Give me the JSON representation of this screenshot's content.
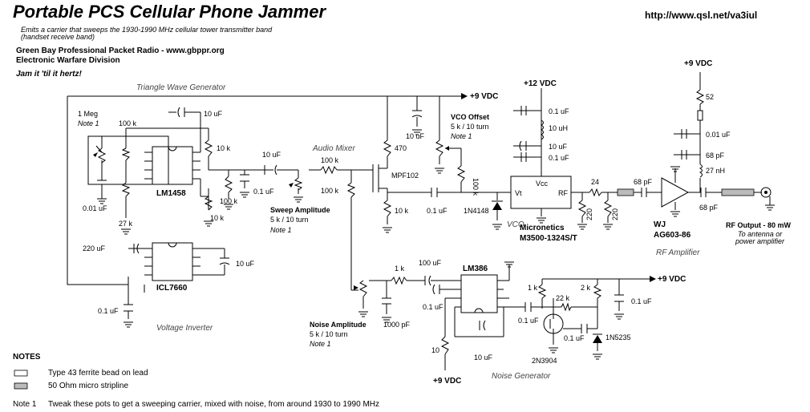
{
  "header": {
    "title": "Portable PCS Cellular Phone Jammer",
    "url": "http://www.qsl.net/va3iul",
    "description": "Emits a carrier that sweeps the 1930-1990 MHz cellular tower transmitter band (handset receive band)",
    "org_line1": "Green Bay Professional Packet Radio - www.gbppr.org",
    "org_line2": "Electronic Warfare Division",
    "tagline": "Jam it 'til it hertz!"
  },
  "sections": {
    "triangle": "Triangle Wave Generator",
    "mixer": "Audio Mixer",
    "vco": "VCO",
    "rf_amp": "RF Amplifier",
    "inverter": "Voltage Inverter",
    "noise": "Noise Generator"
  },
  "power": {
    "top_9v": "+9 VDC",
    "vco_12v": "+12 VDC",
    "amp_9v": "+9 VDC",
    "noise_9v": "+9 VDC",
    "bottom_9v": "+9 VDC"
  },
  "ics": {
    "lm1458": "LM1458",
    "icl7660": "ICL7660",
    "lm386": "LM386",
    "mpf102": "MPF102",
    "vco_name": "Micronetics",
    "vco_part": "M3500-1324S/T",
    "vco_vcc": "Vcc",
    "vco_vt": "Vt",
    "vco_rf": "RF",
    "amp_name": "WJ",
    "amp_part": "AG603-86",
    "q_2n3904": "2N3904",
    "d_1n4148": "1N4148",
    "d_1n5235": "1N5235"
  },
  "pots": {
    "one_meg": "1 Meg",
    "one_meg_note": "Note 1",
    "sweep_name": "Sweep Amplitude",
    "sweep_value": "5 k / 10 turn",
    "sweep_note": "Note 1",
    "vco_offset_name": "VCO Offset",
    "vco_offset_value": "5 k / 10 turn",
    "vco_offset_note": "Note 1",
    "noise_name": "Noise Amplitude",
    "noise_value": "5 k / 10 turn",
    "noise_note": "Note 1"
  },
  "labels": {
    "c_10uf_tri": "10 uF",
    "r_100k_tri": "100 k",
    "r_10k_tri_a": "10 k",
    "c_10uf_mix": "10 uF",
    "c_0_1uf_tri": "0.1 uF",
    "r_100k_tri_b": "100 k",
    "c_0_01uf_tri": "0.01 uF",
    "r_27k": "27 k",
    "r_10k_tri_b": "10 k",
    "c_220uf": "220 uF",
    "c_10uf_inv": "10 uF",
    "c_0_1uf_inv": "0.1 uF",
    "r_100k_mix_a": "100 k",
    "r_100k_mix_b": "100 k",
    "r_470": "470",
    "c_10uf_top": "10 uF",
    "r_10k_jfet": "10 k",
    "c_0_1uf_jfet": "0.1 uF",
    "r_100k_off": "100 k",
    "c_0_1uf_vco": "0.1 uF",
    "l_10uh": "10 uH",
    "c_10uf_vco": "10 uF",
    "c_0_1uf_vco_b": "0.1 uF",
    "r_24": "24",
    "r_220_a": "220",
    "r_220_b": "220",
    "c_68pf_a": "68 pF",
    "r_52": "52",
    "c_0_01uf_amp": "0.01 uF",
    "c_68pf_amp": "68 pF",
    "l_27nh": "27 nH",
    "c_68pf_out": "68 pF",
    "rf_output": "RF Output - 80 mW",
    "rf_output_to1": "To antenna or",
    "rf_output_to2": "power amplifier",
    "r_1k_noise": "1 k",
    "c_100uf": "100 uF",
    "c_1000pf": "1000 pF",
    "c_0_1uf_n1": "0.1 uF",
    "r_10_noise": "10",
    "c_10uf_noise": "10 uF",
    "c_0_1uf_n2": "0.1 uF",
    "r_1k_b": "1 k",
    "r_22k": "22 k",
    "r_2k": "2 k",
    "c_0_1uf_n3": "0.1 uF",
    "c_0_1uf_n4": "0.1 uF",
    "noise_9v_right": "+9 VDC"
  },
  "notes": {
    "heading": "NOTES",
    "bead": "Type 43 ferrite bead on lead",
    "stripline": "50 Ohm micro stripline",
    "note1_label": "Note 1",
    "note1_text": "Tweak these pots to get a sweeping carrier, mixed with noise, from around 1930 to 1990 MHz"
  }
}
